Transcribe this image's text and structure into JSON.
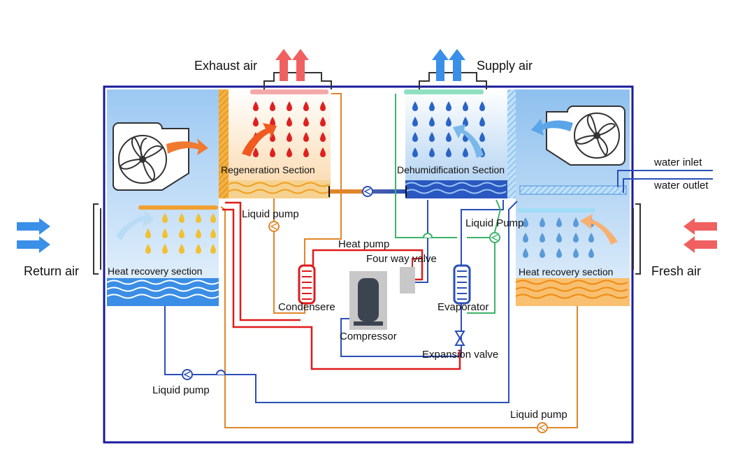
{
  "labels": {
    "exhaust_air": "Exhaust air",
    "supply_air": "Supply air",
    "return_air": "Return air",
    "fresh_air": "Fresh air",
    "water_inlet": "water inlet",
    "water_outlet": "water outlet",
    "regeneration_section": "Regeneration Section",
    "dehumidification_section": "Dehumidification Section",
    "heat_recovery_left": "Heat recovery section",
    "heat_recovery_right": "Heat recovery section",
    "liquid_pump_regen": "Liquid  pump",
    "liquid_pump_dehum": "Liquid Pump",
    "liquid_pump_bottom_left": "Liquid pump",
    "liquid_pump_bottom_right": "Liquid pump",
    "heat_pump": "Heat pump",
    "four_way_valve": "Four way valve",
    "condenser": "Condensere",
    "evaporator": "Evaporator",
    "compressor": "Compressor",
    "expansion_valve": "Expansion valve"
  },
  "colors": {
    "frame": "#1a1a9c",
    "hot_pipe": "#e0862a",
    "cold_pipe": "#2a4fb8",
    "refrigerant": "#e01a1a",
    "green_pipe": "#3cb36a",
    "exhaust_arrow": "#f06060",
    "supply_arrow": "#3a8fe8"
  }
}
